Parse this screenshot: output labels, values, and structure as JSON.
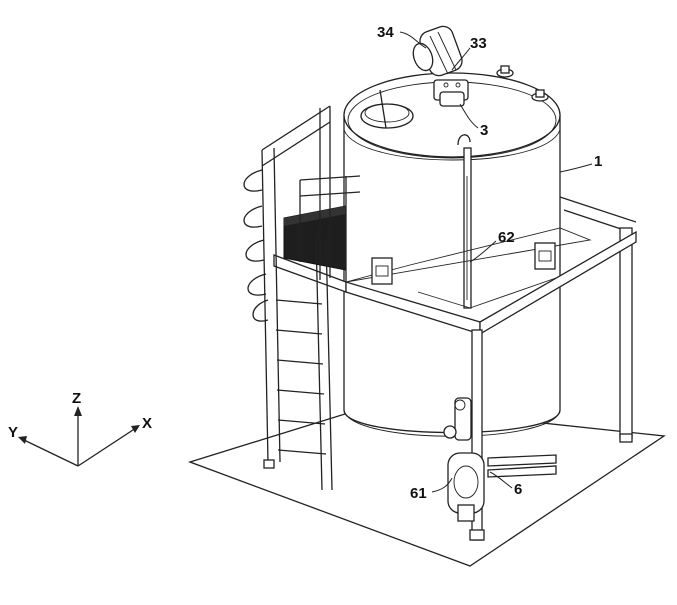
{
  "axes": {
    "z": "Z",
    "y": "Y",
    "x": "X"
  },
  "callouts": [
    {
      "id": "34",
      "text": "34"
    },
    {
      "id": "33",
      "text": "33"
    },
    {
      "id": "3",
      "text": "3"
    },
    {
      "id": "1",
      "text": "1"
    },
    {
      "id": "62",
      "text": "62"
    },
    {
      "id": "61",
      "text": "61"
    },
    {
      "id": "6",
      "text": "6"
    }
  ]
}
